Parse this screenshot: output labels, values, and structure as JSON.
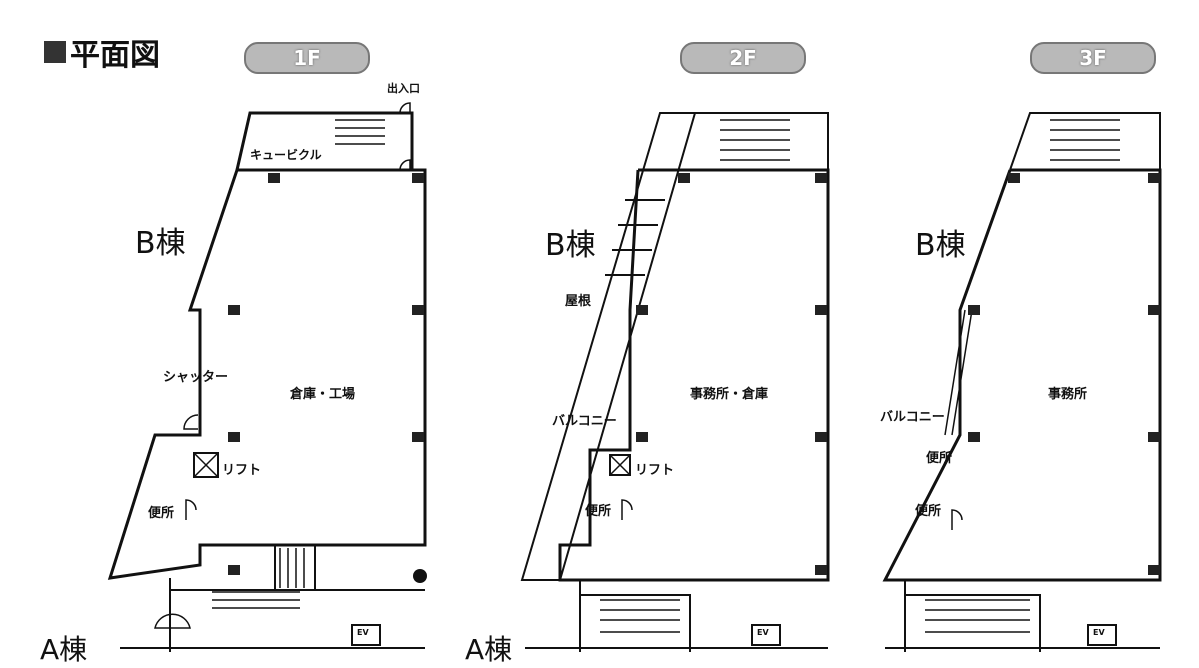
{
  "title": "平面図",
  "floors": [
    {
      "tag": "1F",
      "building": "B棟",
      "room": "倉庫・工場",
      "labels": {
        "entrance": "出入口",
        "cubicle": "キュービクル",
        "shutter": "シャッター",
        "lift": "リフト",
        "toilet": "便所",
        "ev": "EV"
      }
    },
    {
      "tag": "2F",
      "building": "B棟",
      "room": "事務所・倉庫",
      "labels": {
        "roof": "屋根",
        "balcony": "バルコニー",
        "lift": "リフト",
        "toilet": "便所",
        "ev": "EV"
      }
    },
    {
      "tag": "3F",
      "building": "B棟",
      "room": "事務所",
      "labels": {
        "balcony": "バルコニー",
        "toilet_upper": "便所",
        "toilet_lower": "便所",
        "ev": "EV"
      }
    }
  ],
  "a_building": "A棟",
  "colors": {
    "wall": "#111111",
    "pill": "#b9b9b9",
    "column": "#222222"
  }
}
